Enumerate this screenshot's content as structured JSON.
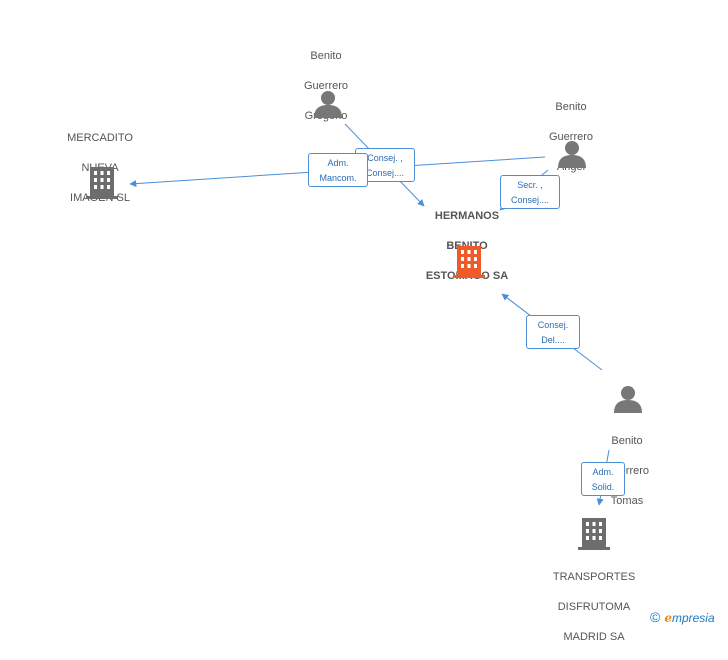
{
  "nodes": {
    "gregorio": {
      "lines": [
        "Benito",
        "Guerrero",
        "Gregorio"
      ],
      "type": "person"
    },
    "angel": {
      "lines": [
        "Benito",
        "Guerrero",
        "Angel"
      ],
      "type": "person"
    },
    "tomas": {
      "lines": [
        "Benito",
        "Guerrero",
        "Tomas"
      ],
      "type": "person"
    },
    "mercadito": {
      "lines": [
        "MERCADITO",
        "NUEVA",
        "IMAGEN  SL"
      ],
      "type": "company"
    },
    "hermanos": {
      "lines": [
        "HERMANOS",
        "BENITO",
        "ESTOMAGO SA"
      ],
      "type": "company-main"
    },
    "transportes": {
      "lines": [
        "TRANSPORTES",
        "DISFRUTOMA",
        "MADRID SA"
      ],
      "type": "company"
    }
  },
  "roles": {
    "adm_mancom": [
      "Adm.",
      "Mancom."
    ],
    "consej_consej": [
      "Consej. ,",
      "Consej...."
    ],
    "secr_consej": [
      "Secr. ,",
      "Consej...."
    ],
    "consej_del": [
      "Consej.",
      "Del...."
    ],
    "adm_solid": [
      "Adm.",
      "Solid."
    ]
  },
  "colors": {
    "person": "#777777",
    "company": "#6d6d6d",
    "company_main": "#f05a28",
    "edge": "#4a90d9"
  },
  "brand": {
    "copyright": "©",
    "e": "e",
    "rest": "mpresia"
  }
}
